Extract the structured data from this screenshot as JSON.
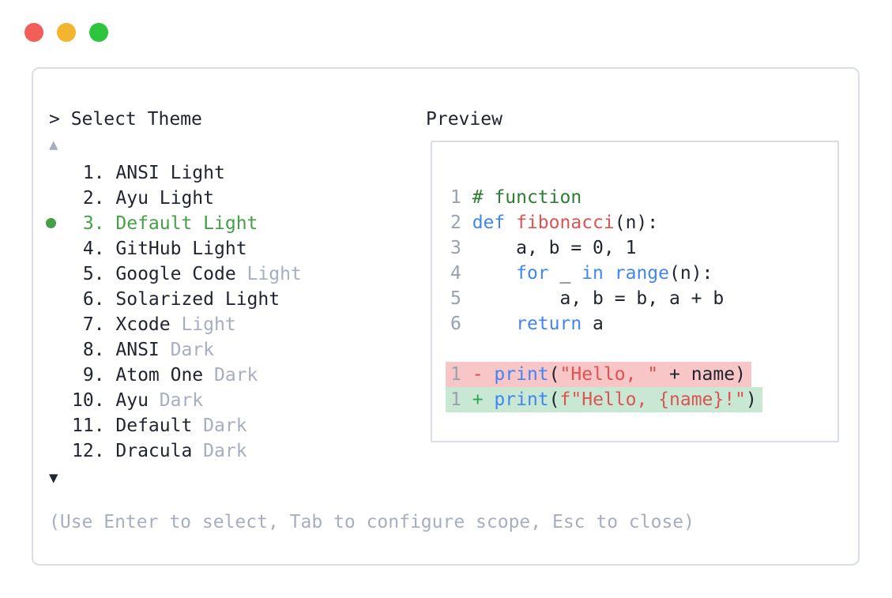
{
  "colors": {
    "foreground": "#1f2430",
    "muted": "#a6aebf",
    "selected_green": "#43a047",
    "comment_green": "#2e7d32",
    "keyword_blue": "#4285f4",
    "function_red": "#dd5353",
    "string_red": "#dd5353",
    "line_number_gray": "#98a1b0",
    "diff_removed_bg": "#f8c6c6",
    "diff_added_bg": "#c9e8d4",
    "diff_minus": "#d64545",
    "diff_plus": "#2ea44f",
    "panel_border": "#d9dde5",
    "traffic_red": "#f25f58",
    "traffic_yellow": "#f4b52e",
    "traffic_green": "#2dc53e"
  },
  "window_controls": [
    {
      "name": "close",
      "color_key": "traffic_red"
    },
    {
      "name": "minimize",
      "color_key": "traffic_yellow"
    },
    {
      "name": "zoom",
      "color_key": "traffic_green"
    }
  ],
  "theme_picker": {
    "title": "> Select Theme",
    "scroll_up_indicator": "▲",
    "scroll_down_indicator": "▼",
    "selected_item_number": "3.",
    "items": [
      {
        "number": "1.",
        "selected": false,
        "segments": [
          [
            "ANSI Light",
            "fg"
          ]
        ]
      },
      {
        "number": "2.",
        "selected": false,
        "segments": [
          [
            "Ayu Light",
            "fg"
          ]
        ]
      },
      {
        "number": "3.",
        "selected": true,
        "segments": [
          [
            "Default Light",
            "fg"
          ]
        ]
      },
      {
        "number": "4.",
        "selected": false,
        "segments": [
          [
            "GitHub Light",
            "fg"
          ]
        ]
      },
      {
        "number": "5.",
        "selected": false,
        "segments": [
          [
            "Google Code ",
            "fg"
          ],
          [
            "Light",
            "muted"
          ]
        ]
      },
      {
        "number": "6.",
        "selected": false,
        "segments": [
          [
            "Solarized Light",
            "fg"
          ]
        ]
      },
      {
        "number": "7.",
        "selected": false,
        "segments": [
          [
            "Xcode ",
            "fg"
          ],
          [
            "Light",
            "muted"
          ]
        ]
      },
      {
        "number": "8.",
        "selected": false,
        "segments": [
          [
            "ANSI ",
            "fg"
          ],
          [
            "Dark",
            "muted"
          ]
        ]
      },
      {
        "number": "9.",
        "selected": false,
        "segments": [
          [
            "Atom One ",
            "fg"
          ],
          [
            "Dark",
            "muted"
          ]
        ]
      },
      {
        "number": "10.",
        "selected": false,
        "segments": [
          [
            "Ayu ",
            "fg"
          ],
          [
            "Dark",
            "muted"
          ]
        ]
      },
      {
        "number": "11.",
        "selected": false,
        "segments": [
          [
            "Default ",
            "fg"
          ],
          [
            "Dark",
            "muted"
          ]
        ]
      },
      {
        "number": "12.",
        "selected": false,
        "segments": [
          [
            "Dracula ",
            "fg"
          ],
          [
            "Dark",
            "muted"
          ]
        ]
      }
    ],
    "footer_hint": "(Use Enter to select, Tab to configure scope, Esc to close)"
  },
  "preview": {
    "label": "Preview",
    "code_lines": [
      {
        "num": "1",
        "tokens": [
          [
            "# function",
            "comment"
          ]
        ]
      },
      {
        "num": "2",
        "tokens": [
          [
            "def",
            "keyword"
          ],
          [
            " ",
            "plain"
          ],
          [
            "fibonacci",
            "func"
          ],
          [
            "(n):",
            "plain"
          ]
        ]
      },
      {
        "num": "3",
        "tokens": [
          [
            "    a, b = 0, 1",
            "plain"
          ]
        ]
      },
      {
        "num": "4",
        "tokens": [
          [
            "    ",
            "plain"
          ],
          [
            "for",
            "keyword"
          ],
          [
            " _ ",
            "plain"
          ],
          [
            "in",
            "keyword"
          ],
          [
            " ",
            "plain"
          ],
          [
            "range",
            "keyword"
          ],
          [
            "(n):",
            "plain"
          ]
        ]
      },
      {
        "num": "5",
        "tokens": [
          [
            "        a, b = b, a + b",
            "plain"
          ]
        ]
      },
      {
        "num": "6",
        "tokens": [
          [
            "    ",
            "plain"
          ],
          [
            "return",
            "keyword"
          ],
          [
            " a",
            "plain"
          ]
        ]
      }
    ],
    "diff_lines": [
      {
        "num": "1",
        "kind": "removed",
        "tokens": [
          [
            "-",
            "minus"
          ],
          [
            " ",
            "plain"
          ],
          [
            "print",
            "keyword"
          ],
          [
            "(",
            "plain"
          ],
          [
            "\"Hello, \"",
            "string"
          ],
          [
            " + name)",
            "plain"
          ]
        ]
      },
      {
        "num": "1",
        "kind": "added",
        "tokens": [
          [
            "+",
            "plus"
          ],
          [
            " ",
            "plain"
          ],
          [
            "print",
            "keyword"
          ],
          [
            "(",
            "plain"
          ],
          [
            "f\"Hello, {name}!\"",
            "string"
          ],
          [
            ")",
            "plain"
          ]
        ]
      }
    ]
  }
}
